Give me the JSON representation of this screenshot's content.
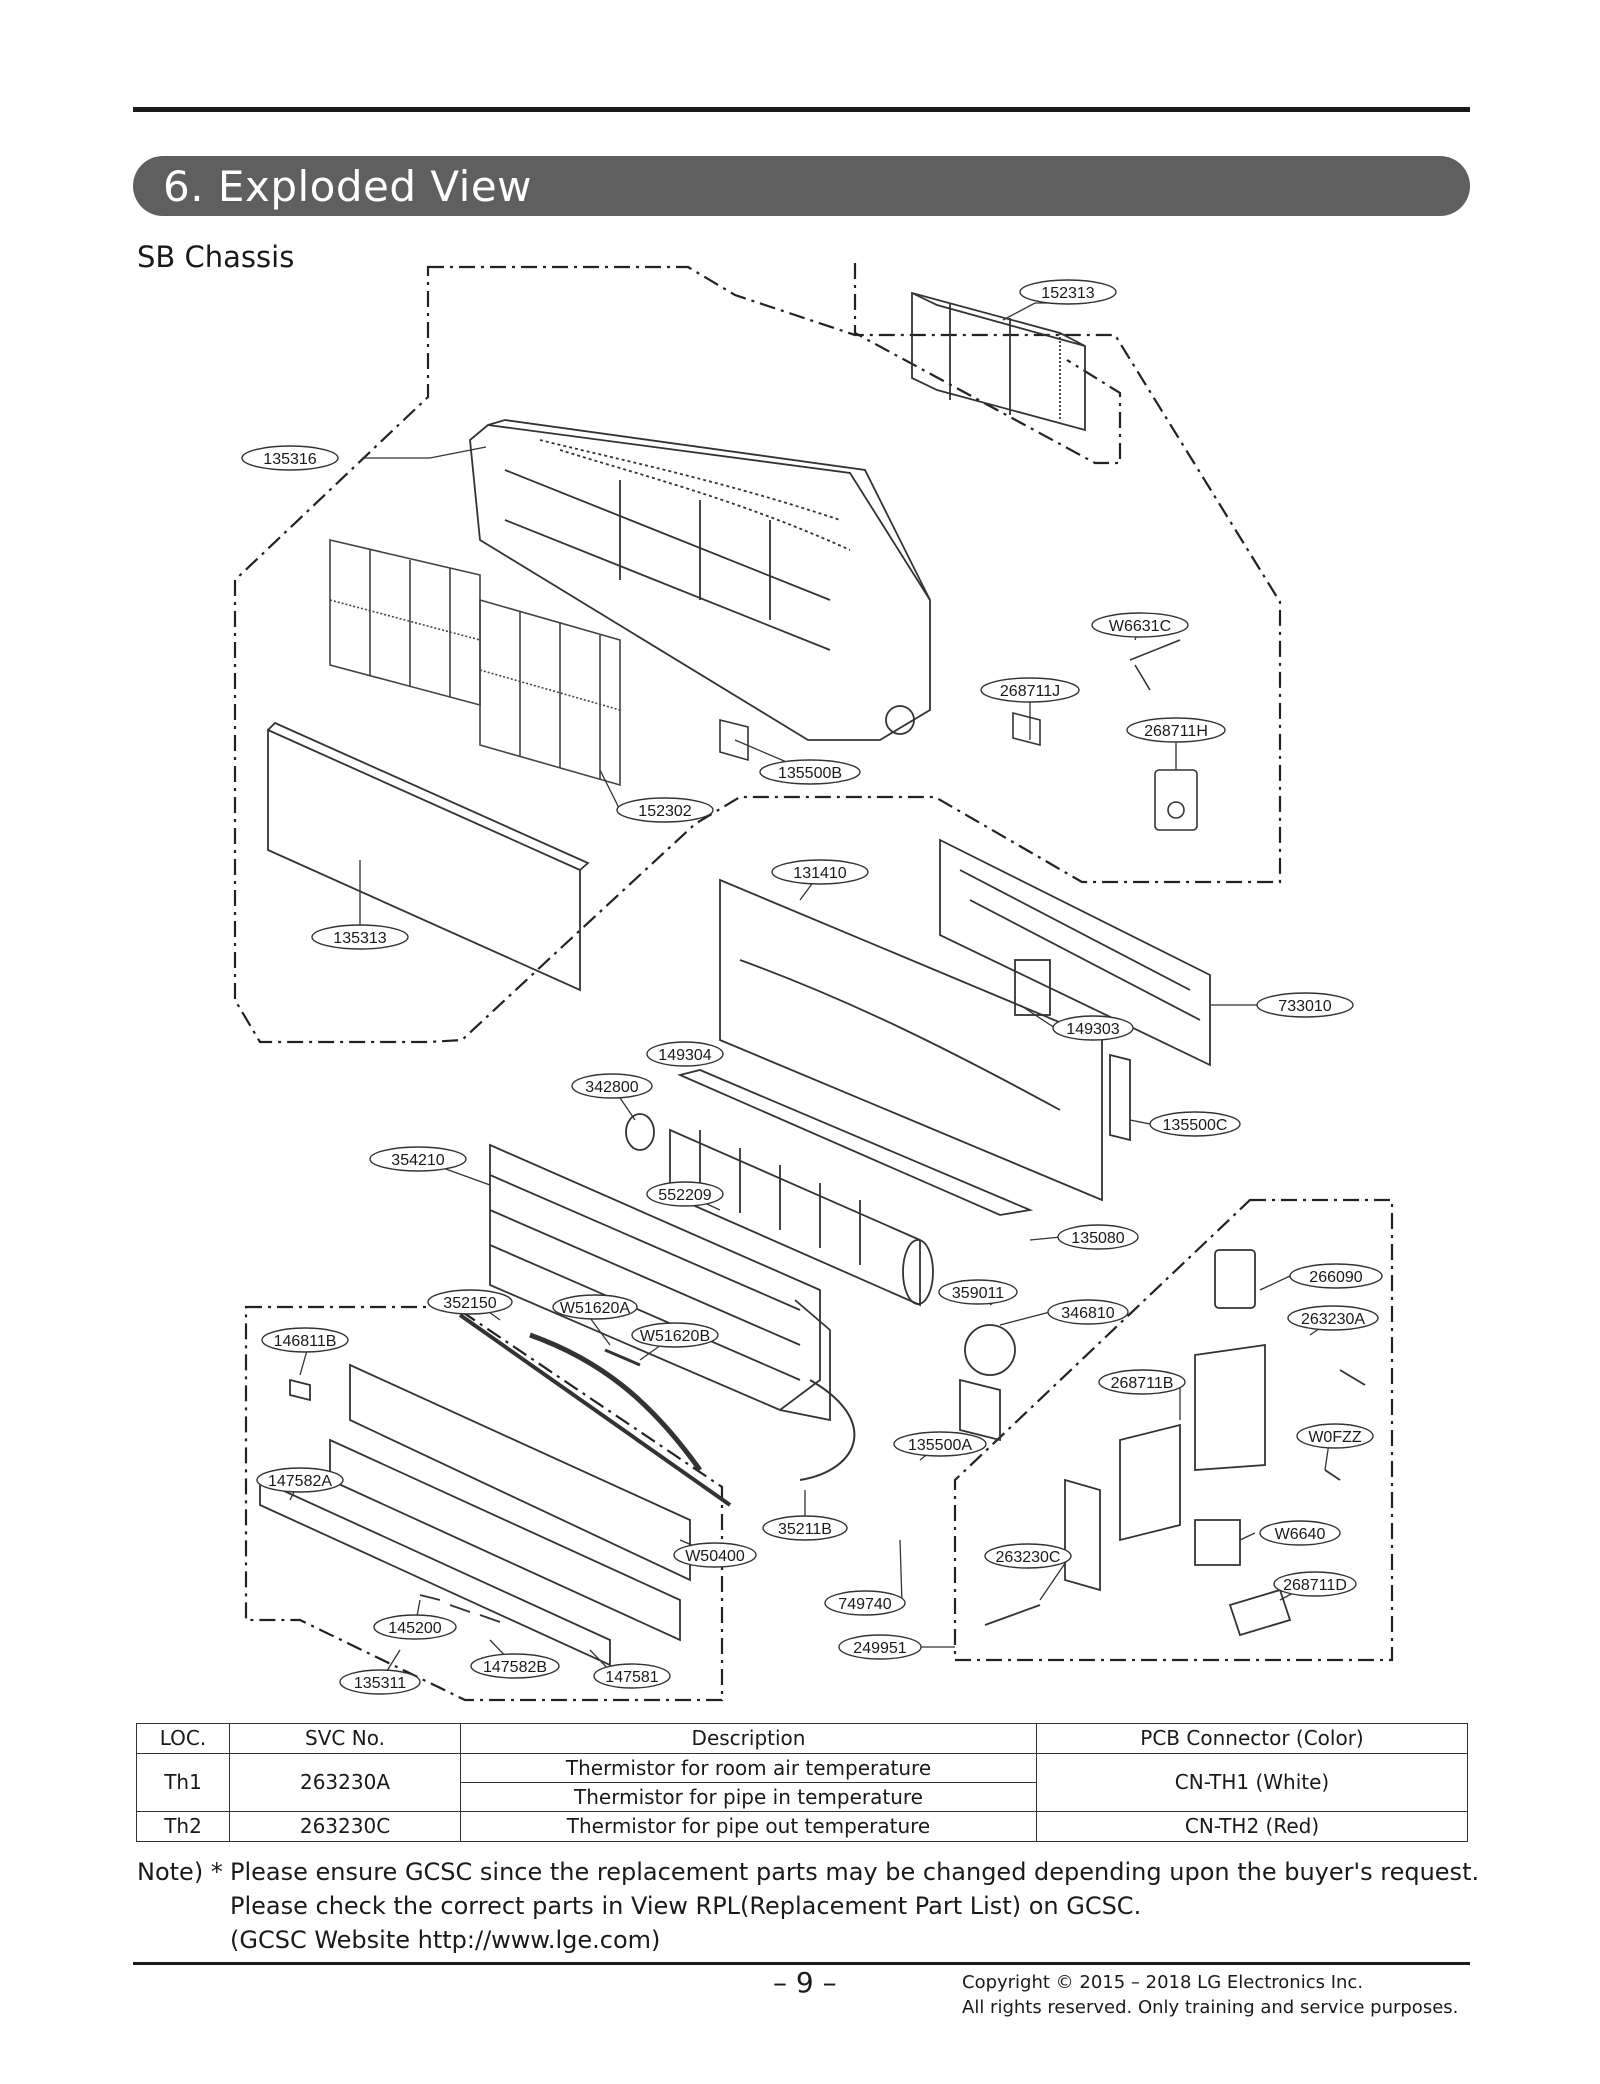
{
  "section": {
    "title": "6. Exploded View",
    "subtitle": "SB Chassis"
  },
  "callouts": [
    {
      "id": "c-152313",
      "label": "152313"
    },
    {
      "id": "c-135316",
      "label": "135316"
    },
    {
      "id": "c-W6631C",
      "label": "W6631C"
    },
    {
      "id": "c-268711J",
      "label": "268711J"
    },
    {
      "id": "c-268711H",
      "label": "268711H"
    },
    {
      "id": "c-135500B",
      "label": "135500B"
    },
    {
      "id": "c-152302",
      "label": "152302"
    },
    {
      "id": "c-131410",
      "label": "131410"
    },
    {
      "id": "c-135313",
      "label": "135313"
    },
    {
      "id": "c-733010",
      "label": "733010"
    },
    {
      "id": "c-149303",
      "label": "149303"
    },
    {
      "id": "c-149304",
      "label": "149304"
    },
    {
      "id": "c-342800",
      "label": "342800"
    },
    {
      "id": "c-135500C",
      "label": "135500C"
    },
    {
      "id": "c-354210",
      "label": "354210"
    },
    {
      "id": "c-552209",
      "label": "552209"
    },
    {
      "id": "c-135080",
      "label": "135080"
    },
    {
      "id": "c-266090",
      "label": "266090"
    },
    {
      "id": "c-352150",
      "label": "352150"
    },
    {
      "id": "c-W51620A",
      "label": "W51620A"
    },
    {
      "id": "c-359011",
      "label": "359011"
    },
    {
      "id": "c-346810",
      "label": "346810"
    },
    {
      "id": "c-263230A",
      "label": "263230A"
    },
    {
      "id": "c-146811B",
      "label": "146811B"
    },
    {
      "id": "c-W51620B",
      "label": "W51620B"
    },
    {
      "id": "c-268711B",
      "label": "268711B"
    },
    {
      "id": "c-W0FZZ",
      "label": "W0FZZ"
    },
    {
      "id": "c-135500A",
      "label": "135500A"
    },
    {
      "id": "c-147582A",
      "label": "147582A"
    },
    {
      "id": "c-35211B",
      "label": "35211B"
    },
    {
      "id": "c-W6640",
      "label": "W6640"
    },
    {
      "id": "c-W50400",
      "label": "W50400"
    },
    {
      "id": "c-263230C",
      "label": "263230C"
    },
    {
      "id": "c-268711D",
      "label": "268711D"
    },
    {
      "id": "c-749740",
      "label": "749740"
    },
    {
      "id": "c-145200",
      "label": "145200"
    },
    {
      "id": "c-249951",
      "label": "249951"
    },
    {
      "id": "c-147582B",
      "label": "147582B"
    },
    {
      "id": "c-147581",
      "label": "147581"
    },
    {
      "id": "c-135311",
      "label": "135311"
    }
  ],
  "table": {
    "headers": [
      "LOC.",
      "SVC No.",
      "Description",
      "PCB Connector (Color)"
    ],
    "rows": [
      {
        "loc": "Th1",
        "svc": "263230A",
        "desc": [
          "Thermistor for room air temperature",
          "Thermistor for pipe in temperature"
        ],
        "connector": "CN-TH1 (White)"
      },
      {
        "loc": "Th2",
        "svc": "263230C",
        "desc": [
          "Thermistor for pipe out temperature"
        ],
        "connector": "CN-TH2 (Red)"
      }
    ]
  },
  "note": {
    "lead": "Note) *",
    "line1": "Please ensure GCSC since the replacement parts may be changed depending upon the buyer's request.",
    "line2": "Please check the correct parts in View RPL(Replacement Part List) on GCSC.",
    "line3": "(GCSC Website http://www.lge.com)"
  },
  "footer": {
    "page": "– 9 –",
    "copyright1": "Copyright © 2015 – 2018 LG Electronics Inc.",
    "copyright2": "All rights reserved. Only training and service purposes."
  }
}
